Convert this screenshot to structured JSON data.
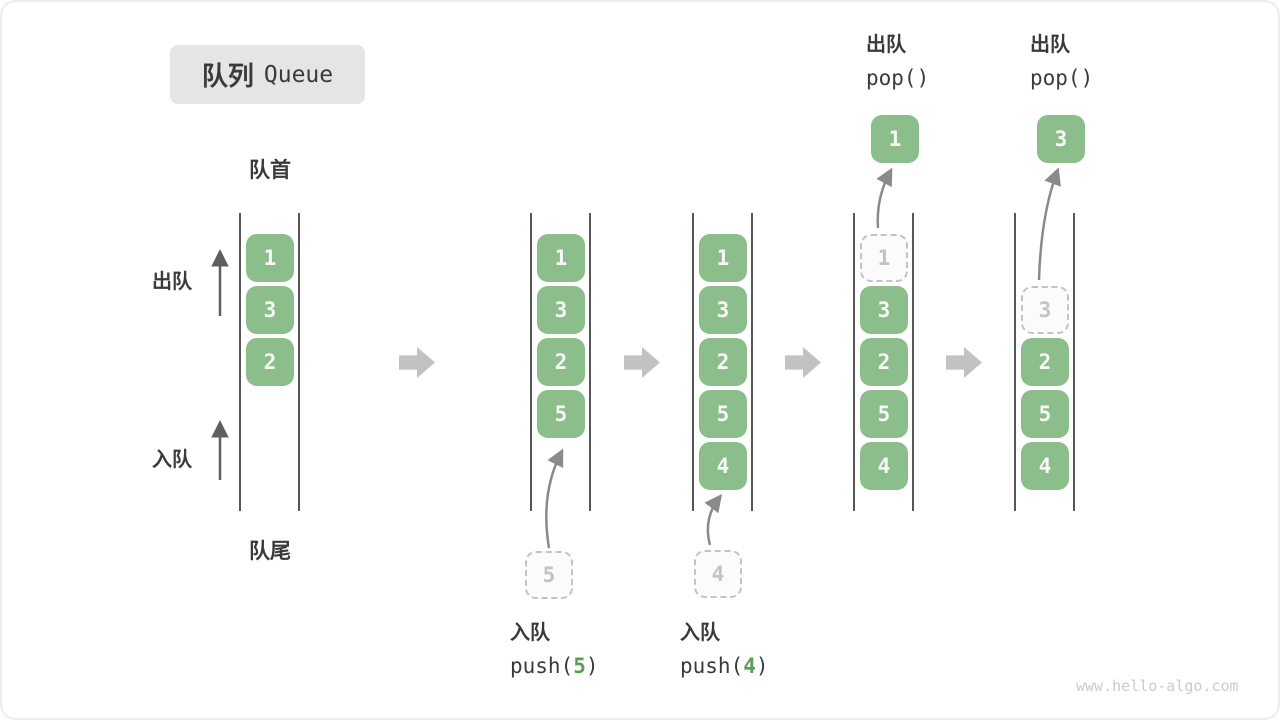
{
  "title": {
    "zh": "队列",
    "en": "Queue"
  },
  "labels": {
    "front": "队首",
    "rear": "队尾",
    "dequeue": "出队",
    "enqueue": "入队"
  },
  "ops": {
    "push5": {
      "name": "入队",
      "fn": "push(",
      "arg": "5",
      "close": ")"
    },
    "push4": {
      "name": "入队",
      "fn": "push(",
      "arg": "4",
      "close": ")"
    },
    "pop_a": {
      "name": "出队",
      "code": "pop()"
    },
    "pop_b": {
      "name": "出队",
      "code": "pop()"
    }
  },
  "queues": [
    {
      "cells": [
        "1",
        "3",
        "2"
      ]
    },
    {
      "cells": [
        "1",
        "3",
        "2",
        "5"
      ],
      "incoming": "5"
    },
    {
      "cells": [
        "1",
        "3",
        "2",
        "5",
        "4"
      ],
      "incoming": "4"
    },
    {
      "cells": [
        "3",
        "2",
        "5",
        "4"
      ],
      "ghost": "1",
      "popped": "1"
    },
    {
      "cells": [
        "2",
        "5",
        "4"
      ],
      "ghost": "3",
      "popped": "3"
    }
  ],
  "watermark": "www.hello-algo.com",
  "colors": {
    "cell_green": "#8CBE8C",
    "accent_green": "#5B9E56",
    "block_arrow_gray": "#C2C2C2",
    "wall_gray": "#565656",
    "text_dark": "#3A3A3A",
    "ghost_gray": "#C3C3C3",
    "title_bg": "#E5E5E5",
    "watermark_gray": "#CBCBCB"
  }
}
